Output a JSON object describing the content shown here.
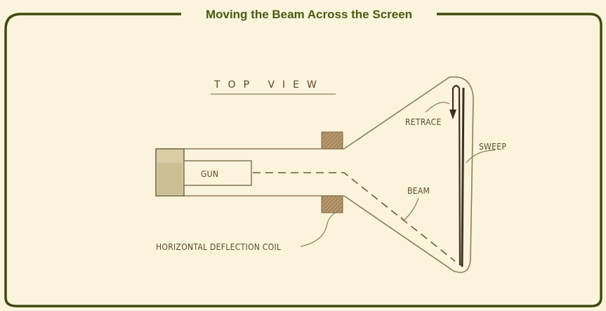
{
  "title": "Moving the Beam Across the Screen",
  "heading": "TOP VIEW",
  "labels": {
    "gun": "GUN",
    "retrace": "RETRACE",
    "sweep": "SWEEP",
    "beam": "BEAM",
    "coil": "HORIZONTAL DEFLECTION COIL"
  },
  "colors": {
    "background": "#fbf4dc",
    "frame": "#3f4a10",
    "title": "#4a5a12",
    "line": "#8c7c5a",
    "dark": "#3a3020",
    "coil_fill": "#a88a64",
    "gun_base": "#d8cda4"
  }
}
